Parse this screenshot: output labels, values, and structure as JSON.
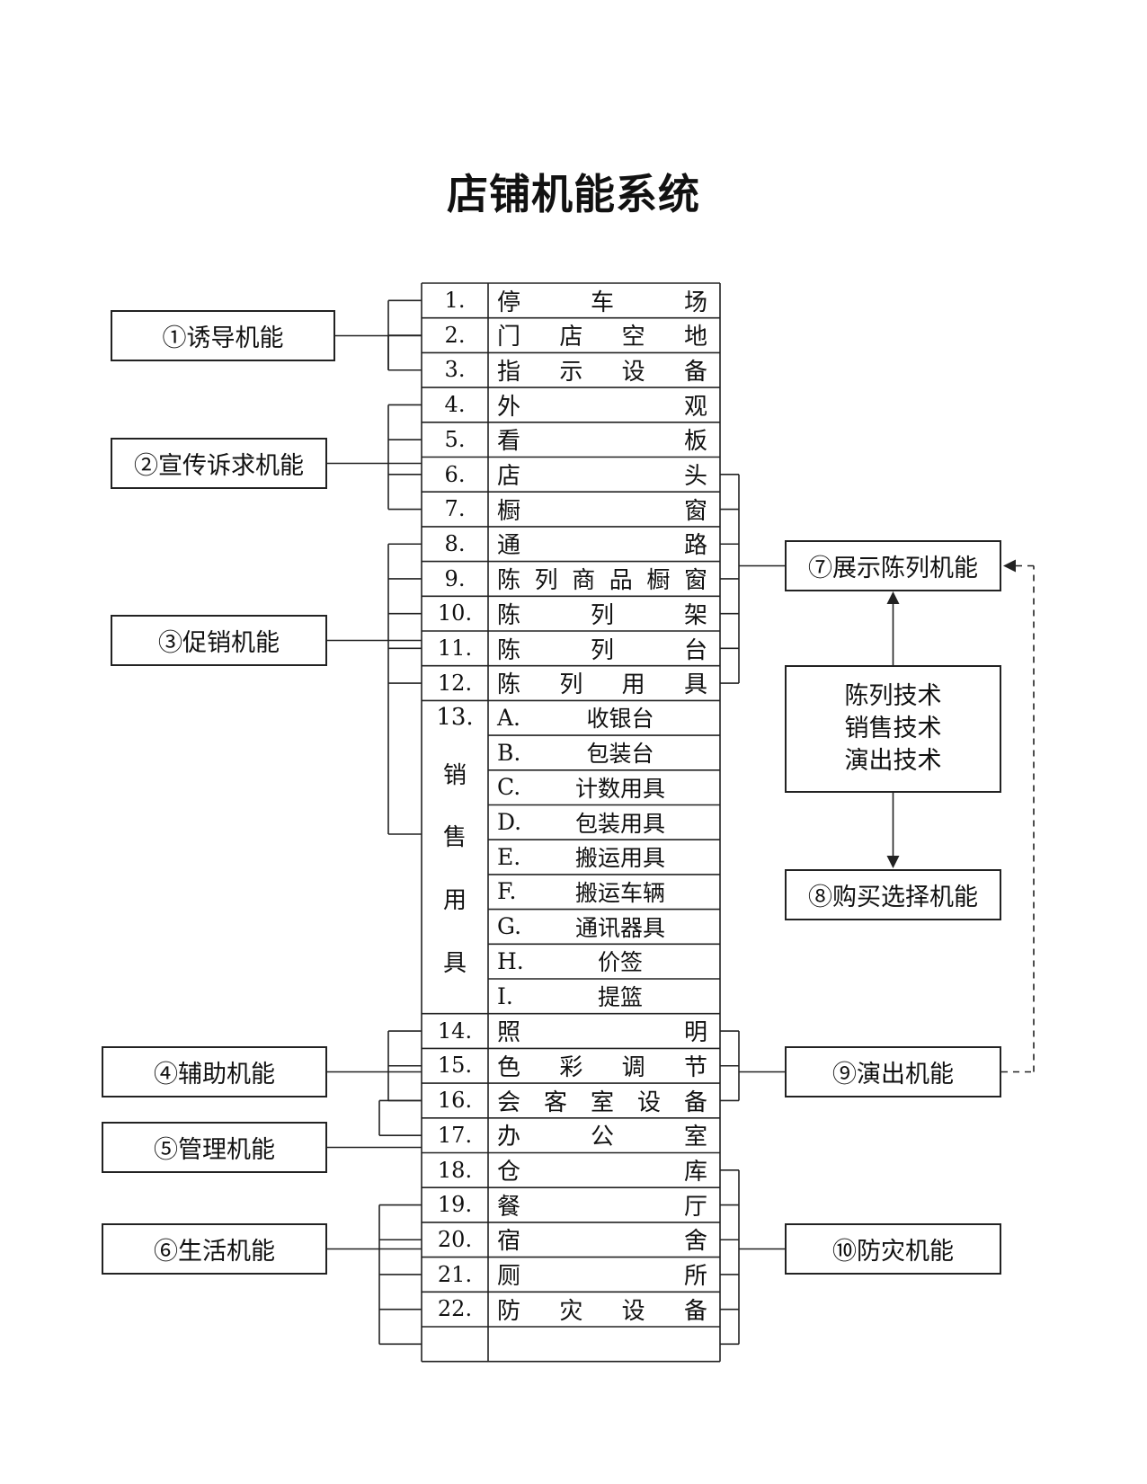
{
  "title": "店铺机能系统",
  "functions": [
    {
      "label": "①诱导机能"
    },
    {
      "label": "②宣传诉求机能"
    },
    {
      "label": "③促销机能"
    },
    {
      "label": "④辅助机能"
    },
    {
      "label": "⑤管理机能"
    },
    {
      "label": "⑥生活机能"
    },
    {
      "label": "⑦展示陈列机能"
    },
    {
      "label": "⑧购买选择机能"
    },
    {
      "label": "⑨演出机能"
    },
    {
      "label": "⑩防灾机能"
    }
  ],
  "techniques": [
    "陈列技术",
    "销售技术",
    "演出技术"
  ],
  "items": [
    {
      "num": "1.",
      "chars": [
        "停",
        "车",
        "场"
      ]
    },
    {
      "num": "2.",
      "chars": [
        "门",
        "店",
        "空",
        "地"
      ]
    },
    {
      "num": "3.",
      "chars": [
        "指",
        "示",
        "设",
        "备"
      ]
    },
    {
      "num": "4.",
      "chars": [
        "外",
        "观"
      ]
    },
    {
      "num": "5.",
      "chars": [
        "看",
        "板"
      ]
    },
    {
      "num": "6.",
      "chars": [
        "店",
        "头"
      ]
    },
    {
      "num": "7.",
      "chars": [
        "橱",
        "窗"
      ]
    },
    {
      "num": "8.",
      "chars": [
        "通",
        "路"
      ]
    },
    {
      "num": "9.",
      "chars": [
        "陈",
        "列",
        "商",
        "品",
        "橱",
        "窗"
      ]
    },
    {
      "num": "10.",
      "chars": [
        "陈",
        "列",
        "架"
      ]
    },
    {
      "num": "11.",
      "chars": [
        "陈",
        "列",
        "台"
      ]
    },
    {
      "num": "12.",
      "chars": [
        "陈",
        "列",
        "用",
        "具"
      ]
    },
    {
      "num": "14.",
      "chars": [
        "照",
        "明"
      ]
    },
    {
      "num": "15.",
      "chars": [
        "色",
        "彩",
        "调",
        "节"
      ]
    },
    {
      "num": "16.",
      "chars": [
        "会",
        "客",
        "室",
        "设",
        "备"
      ]
    },
    {
      "num": "17.",
      "chars": [
        "办",
        "公",
        "室"
      ]
    },
    {
      "num": "18.",
      "chars": [
        "仓",
        "库"
      ]
    },
    {
      "num": "19.",
      "chars": [
        "餐",
        "厅"
      ]
    },
    {
      "num": "20.",
      "chars": [
        "宿",
        "舍"
      ]
    },
    {
      "num": "21.",
      "chars": [
        "厕",
        "所"
      ]
    },
    {
      "num": "22.",
      "chars": [
        "防",
        "灾",
        "设",
        "备"
      ]
    }
  ],
  "group13": {
    "num": "13.",
    "chars": [
      "销",
      "售",
      "用",
      "具"
    ],
    "subs": [
      {
        "code": "A.",
        "label": "收银台"
      },
      {
        "code": "B.",
        "label": "包装台"
      },
      {
        "code": "C.",
        "label": "计数用具"
      },
      {
        "code": "D.",
        "label": "包装用具"
      },
      {
        "code": "E.",
        "label": "搬运用具"
      },
      {
        "code": "F.",
        "label": "搬运车辆"
      },
      {
        "code": "G.",
        "label": "通讯器具"
      },
      {
        "code": "H.",
        "label": "价签"
      },
      {
        "code": "I.",
        "label": "提篮"
      }
    ]
  }
}
